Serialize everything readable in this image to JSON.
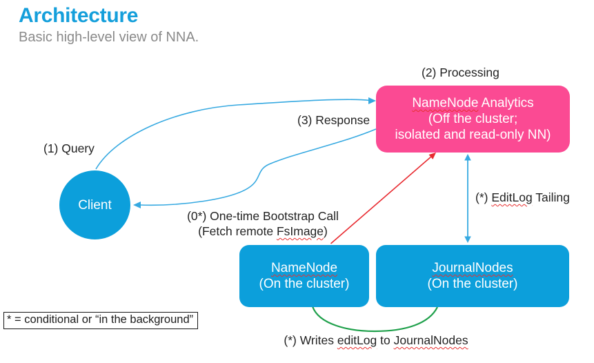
{
  "page": {
    "title": "Architecture",
    "subtitle": "Basic high-level view of NNA."
  },
  "colors": {
    "title_blue": "#149fdb",
    "node_blue": "#0c9fdb",
    "node_pink": "#fb4a93",
    "arrow_blue": "#36a9e1",
    "arrow_red": "#e8292f",
    "arrow_green": "#1fa04b",
    "spellcheck_red": "#e83030",
    "subtitle_gray": "#8a8a8a"
  },
  "nodes": {
    "client": {
      "label": "Client"
    },
    "nna": {
      "name": "NameNode",
      "name_rest": " Analytics",
      "line2": "(Off the cluster;",
      "line3": "isolated and read-only NN)"
    },
    "namenode": {
      "name": "NameNode",
      "sub": "(On the cluster)"
    },
    "journalnodes": {
      "name": "JournalNodes",
      "sub": "(On the cluster)"
    }
  },
  "edges": {
    "query": "(1) Query",
    "processing": "(2) Processing",
    "response": "(3) Response",
    "bootstrap": {
      "line1": "(0*) One-time Bootstrap Call",
      "line2_prefix": "(Fetch remote ",
      "line2_word": "FsImage",
      "line2_suffix": ")"
    },
    "editlog_tailing": {
      "prefix": "(*) ",
      "word": "EditLog",
      "suffix": " Tailing"
    },
    "writes": {
      "prefix": "(*) Writes ",
      "word1": "editLog",
      "mid": " to ",
      "word2": "JournalNodes"
    }
  },
  "legend": {
    "text": "* = conditional or “in the background”"
  }
}
